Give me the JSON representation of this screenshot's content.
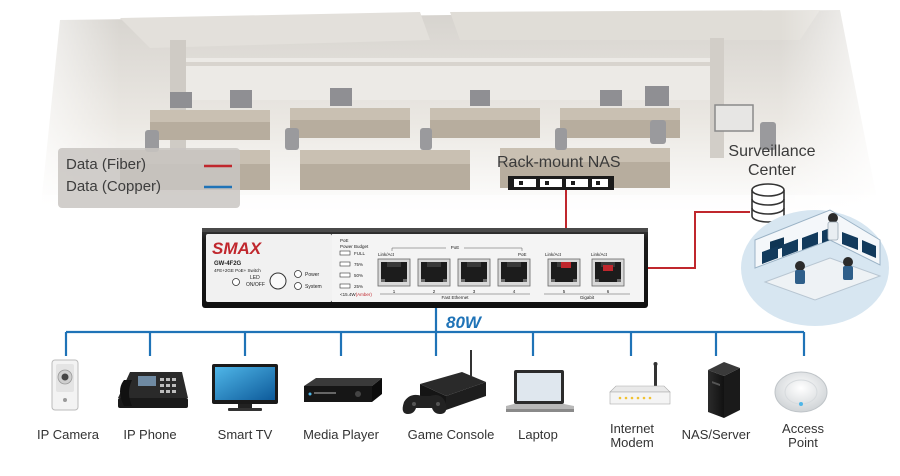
{
  "legend": {
    "fiber_label": "Data (Fiber)",
    "copper_label": "Data (Copper)",
    "fiber_color": "#c0272d",
    "copper_color": "#1f73b7"
  },
  "nas_label": "Rack-mount NAS",
  "surveillance_label_line1": "Surveillance",
  "surveillance_label_line2": "Center",
  "switch": {
    "brand": "SMAX",
    "model": "GW-4F2G",
    "subtitle": "4FE+2GE PoE+ Switch",
    "led_label_line1": "LED",
    "led_label_line2": "ON/OFF",
    "power_label": "Power",
    "system_label": "System",
    "budget_title_line1": "PoE",
    "budget_title_line2": "Power Budget",
    "budget_levels": [
      "FULL",
      "75%",
      "50%",
      "25%"
    ],
    "budget_low_prefix": "<15.4W",
    "budget_low_suffix": "(Amber)",
    "linkact_label": "Link/Act",
    "poe_label": "PoE",
    "fe_ports": [
      "1",
      "2",
      "3",
      "4"
    ],
    "ge_ports": [
      "5",
      "6"
    ],
    "fast_ethernet_label": "Fast Ethernet",
    "gigabit_label": "Gigabit"
  },
  "budget_value": "80W",
  "devices": [
    {
      "label_line1": "IP Camera",
      "label_line2": "",
      "icon": "ip-camera-icon"
    },
    {
      "label_line1": "IP Phone",
      "label_line2": "",
      "icon": "ip-phone-icon"
    },
    {
      "label_line1": "Smart TV",
      "label_line2": "",
      "icon": "smart-tv-icon"
    },
    {
      "label_line1": "Media Player",
      "label_line2": "",
      "icon": "media-player-icon"
    },
    {
      "label_line1": "Game Console",
      "label_line2": "",
      "icon": "game-console-icon"
    },
    {
      "label_line1": "Laptop",
      "label_line2": "",
      "icon": "laptop-icon"
    },
    {
      "label_line1": "Internet",
      "label_line2": "Modem",
      "icon": "modem-icon"
    },
    {
      "label_line1": "NAS/Server",
      "label_line2": "",
      "icon": "nas-server-icon"
    },
    {
      "label_line1": "Access",
      "label_line2": "Point",
      "icon": "access-point-icon"
    }
  ]
}
